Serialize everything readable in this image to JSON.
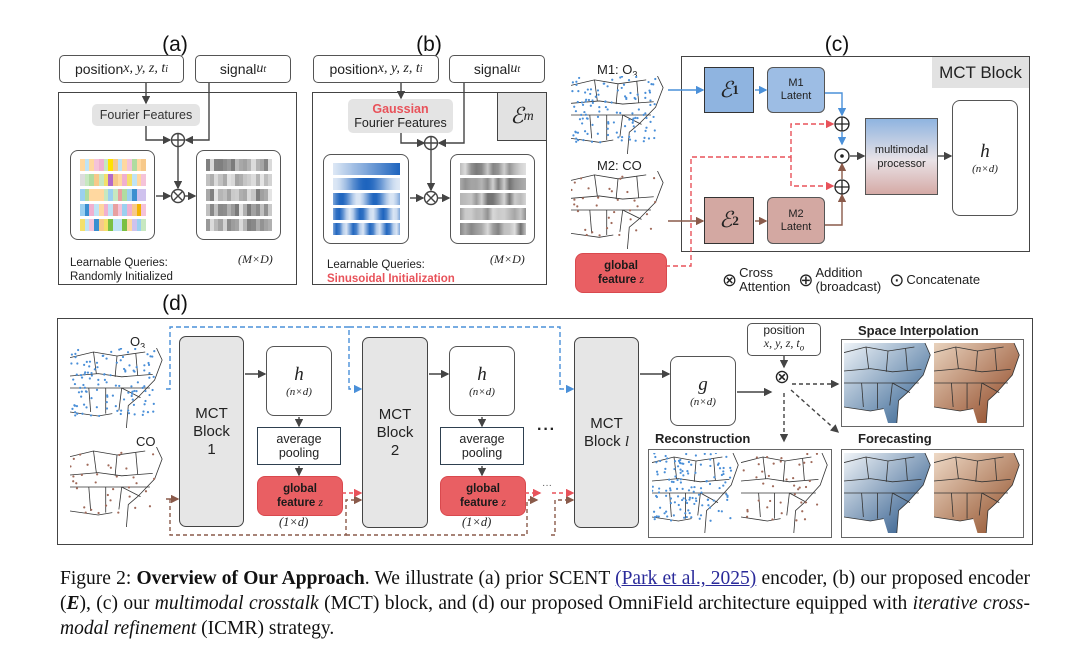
{
  "panel_a": {
    "label": "(a)",
    "input_position": "position x, y, z, t_i",
    "input_position_text": "position ",
    "input_position_math": "x, y, z, t",
    "input_position_sub": "i",
    "input_signal_text": "signal ",
    "input_signal_math": "u",
    "input_signal_sup": "t",
    "fourier_label": "Fourier Features",
    "queries_caption_line1": "Learnable Queries:",
    "queries_caption_line2": "Randomly Initialized",
    "output_dim": "(M×D)"
  },
  "panel_b": {
    "label": "(b)",
    "input_position_text": "position ",
    "input_position_math": "x, y, z, t",
    "input_position_sub": "i",
    "input_signal_text": "signal ",
    "input_signal_math": "u",
    "input_signal_sup": "t",
    "fourier_highlight": "Gaussian",
    "fourier_label": "Fourier Features",
    "encoder_symbol": "ℰ",
    "encoder_sub": "m",
    "queries_caption_line1": "Learnable Queries:",
    "queries_caption_line2": "Sinusoidal Initialization",
    "output_dim": "(M×D)"
  },
  "panel_c": {
    "label": "(c)",
    "block_title": "MCT Block",
    "m1_label": "M1: O",
    "m1_sub": "3",
    "m2_label": "M2: CO",
    "enc1_symbol": "ℰ",
    "enc1_sub": "1",
    "enc2_symbol": "ℰ",
    "enc2_sub": "2",
    "m1_latent_line1": "M1",
    "m1_latent_line2": "Latent",
    "m2_latent_line1": "M2",
    "m2_latent_line2": "Latent",
    "processor_line1": "multimodal",
    "processor_line2": "processor",
    "output_symbol": "h",
    "output_dim": "(n×d)",
    "global_feature_line1": "global",
    "global_feature_line2": "feature ",
    "global_feature_math": "z"
  },
  "legend": {
    "items": [
      {
        "icon": "cross-attention-icon",
        "glyph": "⊗",
        "line1": "Cross",
        "line2": "Attention"
      },
      {
        "icon": "addition-icon",
        "glyph": "⊕",
        "line1": "Addition",
        "line2": "(broadcast)"
      },
      {
        "icon": "concatenate-icon",
        "glyph": "⊙",
        "line1": "Concatenate",
        "line2": ""
      }
    ]
  },
  "panel_d": {
    "label": "(d)",
    "map_o3_label": "O",
    "map_o3_sub": "3",
    "map_co_label": "CO",
    "blocks": [
      {
        "line1": "MCT",
        "line2": "Block",
        "line3": "1"
      },
      {
        "line1": "MCT",
        "line2": "Block",
        "line3": "2"
      },
      {
        "line1": "MCT",
        "line2": "Block ",
        "line3_math": "l"
      }
    ],
    "h_symbol": "h",
    "h_dim": "(n×d)",
    "pooling_line1": "average",
    "pooling_line2": "pooling",
    "global_line1": "global",
    "global_line2": "feature ",
    "global_math": "z",
    "global_dim": "(1×d)",
    "ellipsis": "···",
    "small_ellipsis": "···",
    "g_symbol": "g",
    "g_dim": "(n×d)",
    "query_line1": "position",
    "query_line2": "x, y, z, t",
    "query_sub": "o",
    "outputs": {
      "space_interpolation": "Space Interpolation",
      "reconstruction": "Reconstruction",
      "forecasting": "Forecasting"
    }
  },
  "caption": {
    "prefix": "Figure 2: ",
    "title": "Overview of Our Approach",
    "t1": ". We illustrate (a) prior SCENT ",
    "citation": "(Park et al., 2025)",
    "t2": " encoder, (b) our proposed encoder (",
    "enc": "E",
    "t3": "), (c) our ",
    "em1": "multimodal crosstalk",
    "t4": " (MCT) block, and (d) our proposed OmniField architecture equipped with ",
    "em2": "iterative cross-modal refinement",
    "t5": " (ICMR) strategy."
  },
  "colors": {
    "blue_path": "#4a90d9",
    "brown_path": "#8a5a4a",
    "red_path": "#e8525a",
    "enc1_fill": "#8fb4e0",
    "enc2_fill": "#d3a8a2",
    "global_fill": "#e95f63"
  }
}
